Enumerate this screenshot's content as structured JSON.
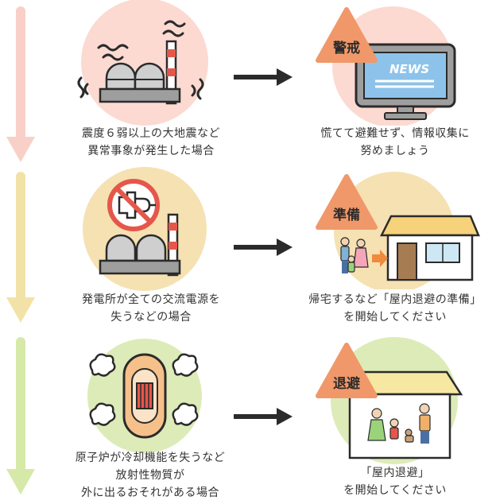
{
  "colors": {
    "step1_circle": "#FCDAD1",
    "step2_circle": "#F5E1B2",
    "step3_circle": "#DDEBB8",
    "arrow1": "#F8D0C8",
    "arrow2": "#F3E2A8",
    "arrow3": "#D6E9A8",
    "warning_orange": "#F0986A",
    "dark": "#2B2B2B"
  },
  "steps": [
    {
      "condition": {
        "lines": [
          "震度６弱以上の大地震など",
          "異常事象が発生した場合"
        ]
      },
      "action": {
        "badge": "警戒",
        "screen_text": "NEWS",
        "lines": [
          "慌てて避難せず、情報収集に",
          "努めましょう"
        ]
      }
    },
    {
      "condition": {
        "lines": [
          "発電所が全ての交流電源を",
          "失うなどの場合"
        ]
      },
      "action": {
        "badge": "準備",
        "lines": [
          "帰宅するなど「屋内退避の準備」",
          "を開始してください"
        ]
      }
    },
    {
      "condition": {
        "lines": [
          "原子炉が冷却機能を失うなど",
          "放射性物質が",
          "外に出るおそれがある場合"
        ]
      },
      "action": {
        "badge": "退避",
        "lines": [
          "「屋内退避」",
          "を開始してください"
        ]
      }
    }
  ]
}
